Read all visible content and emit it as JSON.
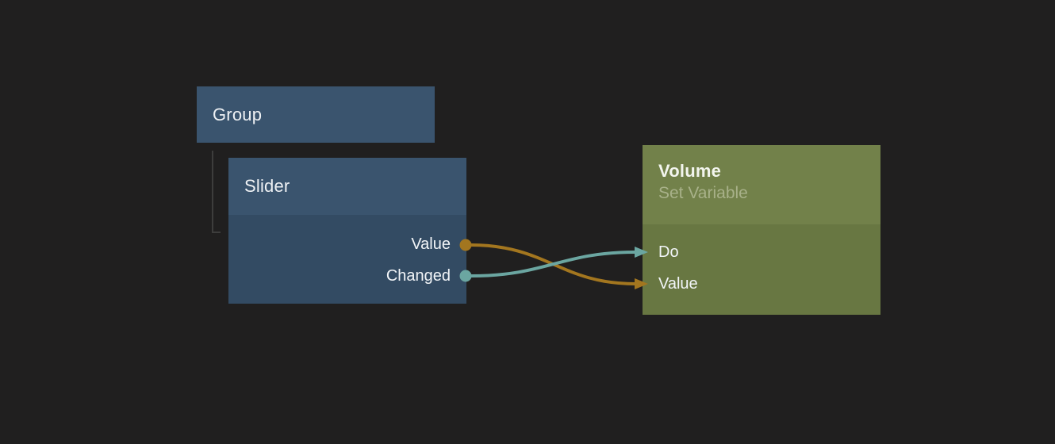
{
  "canvas": {
    "background": "#201f1f"
  },
  "nodes": {
    "group": {
      "title": "Group",
      "header_color": "#3a546e"
    },
    "slider": {
      "title": "Slider",
      "header_color": "#3a546e",
      "body_color": "#334b63",
      "ports": [
        {
          "label": "Value",
          "direction": "output",
          "color": "#a3761f"
        },
        {
          "label": "Changed",
          "direction": "output",
          "color": "#6ba6a1"
        }
      ]
    },
    "volume": {
      "title": "Volume",
      "subtitle": "Set Variable",
      "header_color": "#72814a",
      "body_color": "#687742",
      "ports": [
        {
          "label": "Do",
          "direction": "input",
          "color": "#6ba6a1"
        },
        {
          "label": "Value",
          "direction": "input",
          "color": "#a3761f"
        }
      ]
    }
  },
  "connections": [
    {
      "from": "Slider.Value",
      "to": "Volume.Value",
      "color": "#a3761f"
    },
    {
      "from": "Slider.Changed",
      "to": "Volume.Do",
      "color": "#6ba6a1"
    }
  ],
  "misc": {
    "tree_line_color": "#3d3d3c"
  }
}
